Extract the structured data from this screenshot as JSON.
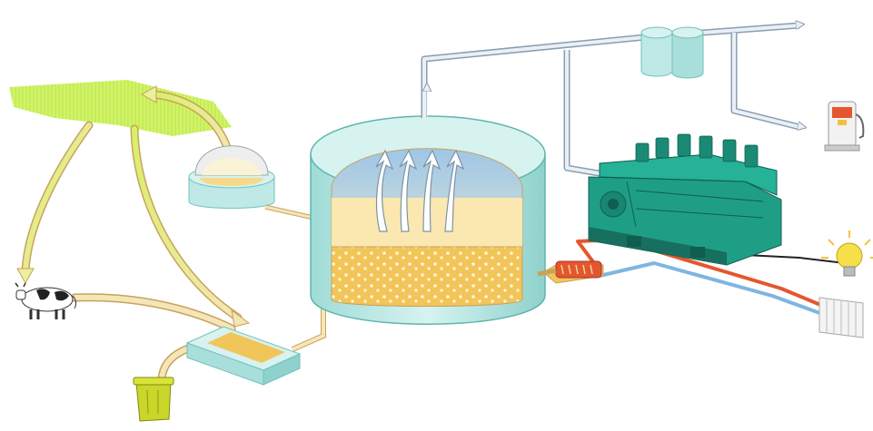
{
  "diagram": {
    "components": [
      {
        "id": "grass-field",
        "label": ""
      },
      {
        "id": "dome-digester",
        "label": ""
      },
      {
        "id": "cow",
        "label": ""
      },
      {
        "id": "mixing-tank",
        "label": ""
      },
      {
        "id": "waste-bin",
        "label": ""
      },
      {
        "id": "main-digester",
        "label": ""
      },
      {
        "id": "heat-exchanger",
        "label": ""
      },
      {
        "id": "gas-storage-tanks",
        "label": ""
      },
      {
        "id": "chp-engine",
        "label": ""
      },
      {
        "id": "fuel-pump",
        "label": ""
      },
      {
        "id": "light-bulb",
        "label": ""
      },
      {
        "id": "radiator",
        "label": ""
      }
    ],
    "colors": {
      "grass": "#c7ef4a",
      "flow_arrow": "#eef5a0",
      "flow_arrow_outline": "#c9a25b",
      "tank_teal": "#bfe9e6",
      "tank_teal_dark": "#6fc2bd",
      "substrate": "#f2c55a",
      "substrate_light": "#fbe7b0",
      "gas_pipe": "#e9f0f6",
      "gas_pipe_outline": "#8a9db1",
      "engine": "#1f9e86",
      "hot_pipe": "#e4572e",
      "cold_pipe": "#7fb6e0",
      "bulb": "#f5e04a"
    },
    "icons": [
      "grass-icon",
      "cow-icon",
      "waste-bin-icon",
      "fuel-pump-icon",
      "light-bulb-icon",
      "radiator-icon",
      "engine-icon",
      "gas-tank-icon"
    ]
  }
}
